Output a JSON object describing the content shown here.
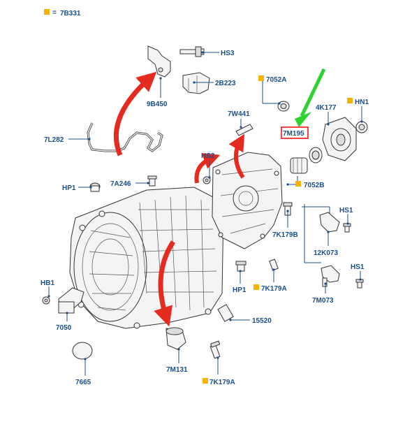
{
  "colors": {
    "label": "#1a4f8a",
    "note_square": "#f5b400",
    "red_arrow": "#e52b20",
    "green_arrow": "#2fd12f",
    "highlight_box": "#ff0000"
  },
  "legend": {
    "equals": "=",
    "code": "7B331"
  },
  "labels": {
    "hs3": "HS3",
    "p2b223": "2B223",
    "p9b450": "9B450",
    "p7l282": "7L282",
    "p7052a": "7052A",
    "p7w441": "7W441",
    "p4k177": "4K177",
    "hn1": "HN1",
    "p7m195": "7M195",
    "hs2": "HS2",
    "hp1_left": "HP1",
    "p7a246": "7A246",
    "p7052b": "7052B",
    "hs1_top": "HS1",
    "p7k179b": "7K179B",
    "p12k073": "12K073",
    "hs1_bottom": "HS1",
    "hb1": "HB1",
    "p7m073": "7M073",
    "hp1_mid": "HP1",
    "p7k179a_mid": "7K179A",
    "p7050": "7050",
    "p15520": "15520",
    "p7665": "7665",
    "p7m131": "7M131",
    "p7k179a_bottom": "7K179A"
  }
}
